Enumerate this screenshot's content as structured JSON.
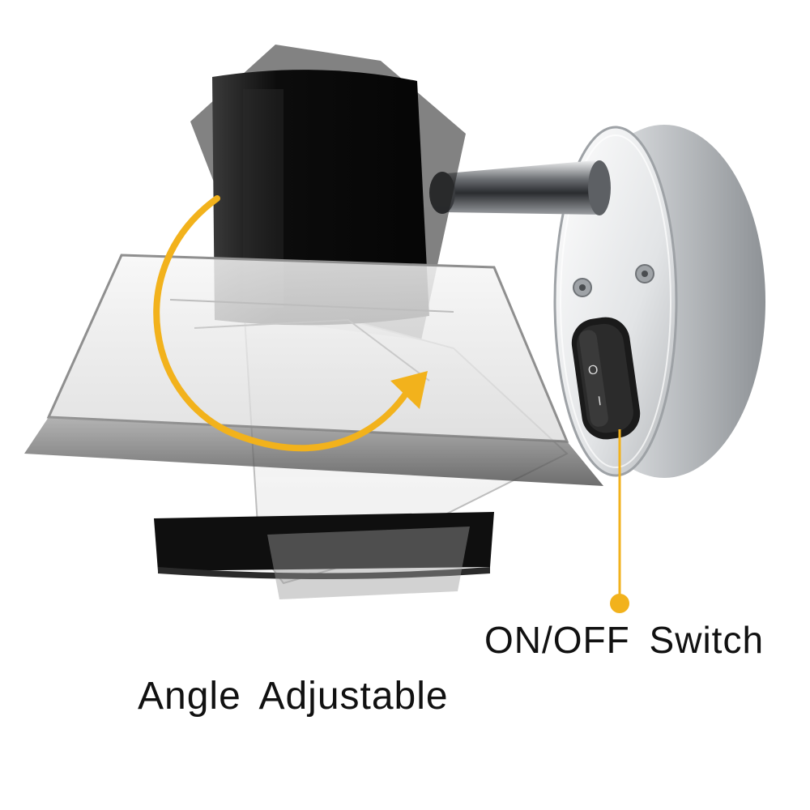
{
  "callouts": {
    "switch_label": "ON/OFF Switch",
    "angle_label": "Angle Adjustable"
  },
  "rocker_switch": {
    "top_symbol": "O",
    "bottom_symbol": "I"
  },
  "colors": {
    "accent": "#F2B21C",
    "lamp_body": "#111111",
    "mount_silver": "#B9BCC0",
    "background": "#FFFFFF"
  }
}
